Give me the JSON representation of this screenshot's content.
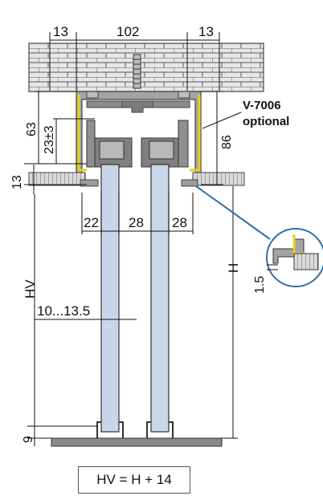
{
  "dimensions": {
    "top_left": "13",
    "top_middle": "102",
    "top_right": "13",
    "height_63": "63",
    "height_23": "23±3",
    "height_86": "86",
    "ceiling_13": "13",
    "gap_22": "22",
    "gap_28_left": "28",
    "gap_28_right": "28",
    "hv": "HV",
    "h": "H",
    "glass": "10...13.5",
    "bottom_9": "9",
    "detail_1_5": "1.5"
  },
  "profile": {
    "code": "V-7006",
    "note": "optional"
  },
  "formula": "HV = H + 14",
  "colors": {
    "brick": "#e6e6e6",
    "brick_line": "#5a5a5a",
    "aluminium": "#9c9c9c",
    "glass": "#c9d6e8",
    "seal": "#e8d21a",
    "detail_line": "#2f6ea8",
    "floor": "#8a8a8a"
  }
}
